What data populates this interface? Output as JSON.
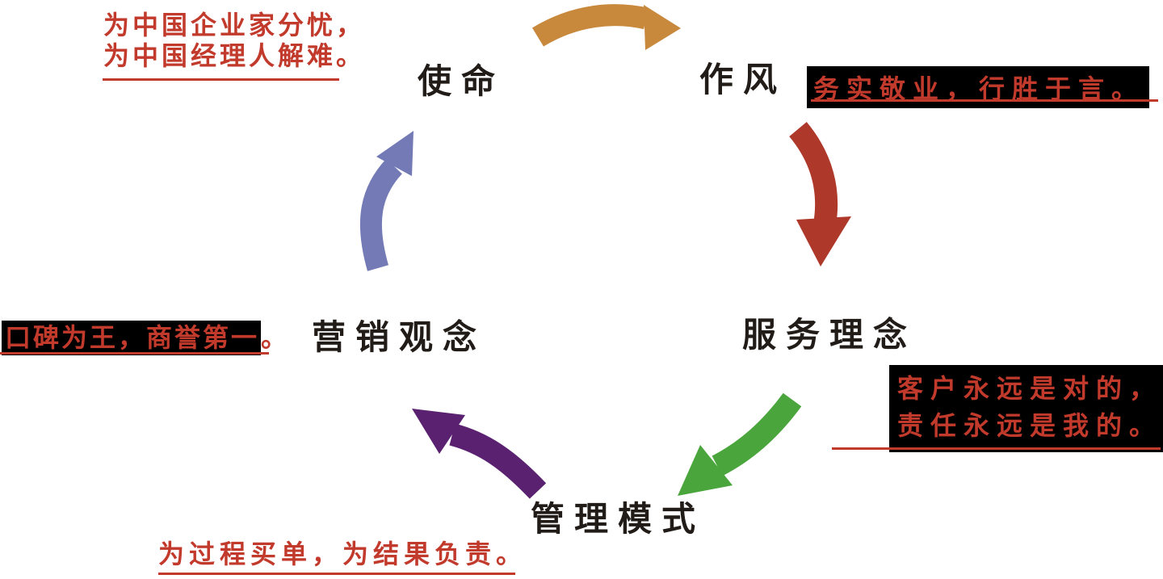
{
  "nodes": {
    "mission": "使命",
    "style": "作风",
    "service": "服务理念",
    "management": "管理模式",
    "marketing": "营销观念"
  },
  "annotations": {
    "mission_line1": "为中国企业家分忧，",
    "mission_line2": "为中国经理人解难。",
    "style_text": "务实敬业，行胜于言。",
    "service_line1": "客户永远是对的，",
    "service_line2": "责任永远是我的。",
    "marketing_highlight": "口碑为王，商誉第一",
    "marketing_tail": "。",
    "management_text": "为过程买单，为结果负责。"
  },
  "arrows": [
    {
      "name": "mission-to-style",
      "color_key": "arrow_orange",
      "direction": "right"
    },
    {
      "name": "style-to-service",
      "color_key": "arrow_red",
      "direction": "down"
    },
    {
      "name": "service-to-management",
      "color_key": "arrow_green",
      "direction": "down-left"
    },
    {
      "name": "management-to-marketing",
      "color_key": "arrow_purple",
      "direction": "up-left"
    },
    {
      "name": "marketing-to-mission",
      "color_key": "arrow_blue",
      "direction": "up"
    }
  ],
  "colors": {
    "node_text": "#211c18",
    "annotation_red": "#c13a2c",
    "highlight_bg": "#000000",
    "arrow_orange": "#c8893d",
    "arrow_red": "#ae392a",
    "arrow_green": "#4aa63c",
    "arrow_purple": "#5a2170",
    "arrow_blue": "#737ab5"
  }
}
